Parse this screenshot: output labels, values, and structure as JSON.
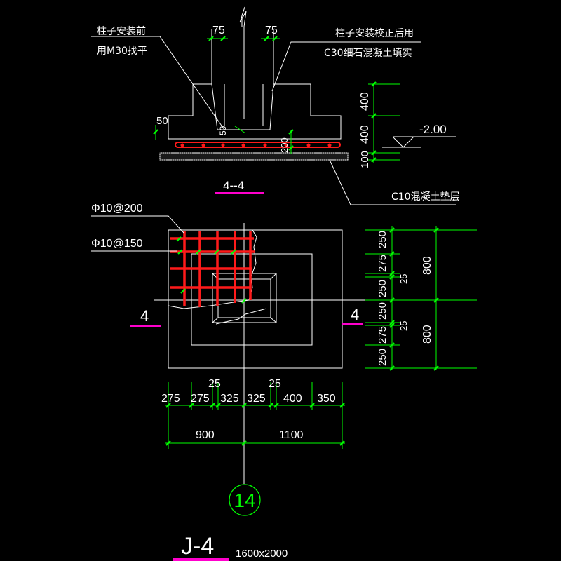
{
  "section": {
    "dim_left_75": "75",
    "dim_right_75": "75",
    "label_before_install_1": "柱子安装前",
    "label_before_install_2": "用M30找平",
    "label_after_install_1": "柱子安装校正后用",
    "label_after_install_2": "C30细石混凝土填实",
    "dim_50": "50",
    "dim_50_inner": "50",
    "dim_200": "200",
    "dim_400_top": "400",
    "dim_400_bottom": "400",
    "dim_100": "100",
    "elevation": "-2.00",
    "cushion_label": "C10混凝土垫层",
    "section_title": "4--4"
  },
  "plan": {
    "rebar_1": "Φ10@200",
    "rebar_2": "Φ10@150",
    "cut_mark_left": "4",
    "cut_mark_right": "4",
    "right_dims": [
      "250",
      "275",
      "25",
      "250",
      "250",
      "25",
      "275",
      "250"
    ],
    "right_totals": [
      "800",
      "800"
    ],
    "bottom_dims": [
      "275",
      "275",
      "325",
      "325",
      "400",
      "350"
    ],
    "bottom_small": [
      "25",
      "25"
    ],
    "bottom_totals": [
      "900",
      "1100"
    ],
    "axis_label": "14",
    "title": "J-4",
    "size": "1600x2000"
  },
  "colors": {
    "background": "#000000",
    "lines": "#ffffff",
    "dimensions": "#00ff00",
    "rebar": "#ff1a1a",
    "title_underline": "#ff00cc"
  }
}
